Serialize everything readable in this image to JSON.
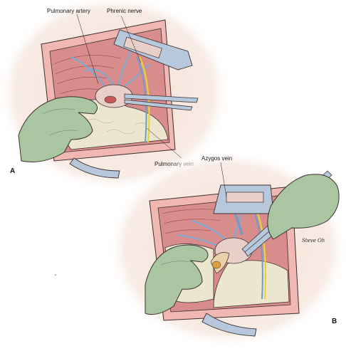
{
  "panels": {
    "a": {
      "letter": "A",
      "labels": {
        "pulmonary_artery": "Pulmonary artery",
        "phrenic_nerve": "Phrenic nerve",
        "pulmonary_vein": "Pulmonary vein"
      }
    },
    "b": {
      "letter": "B",
      "labels": {
        "azygos_vein": "Azygos vein"
      },
      "signature": "Steve Oh"
    }
  },
  "colors": {
    "background_halo": "#f6e6dc",
    "skin_edge": "#f0b8b0",
    "chest_wall": "#d98c8c",
    "lung": "#ede6cf",
    "glove": "#a9c6a0",
    "retractor": "#b8c8dc",
    "vessel": "#9fc4e4",
    "nerve": "#e8d23a",
    "outline": "#3a3030"
  }
}
